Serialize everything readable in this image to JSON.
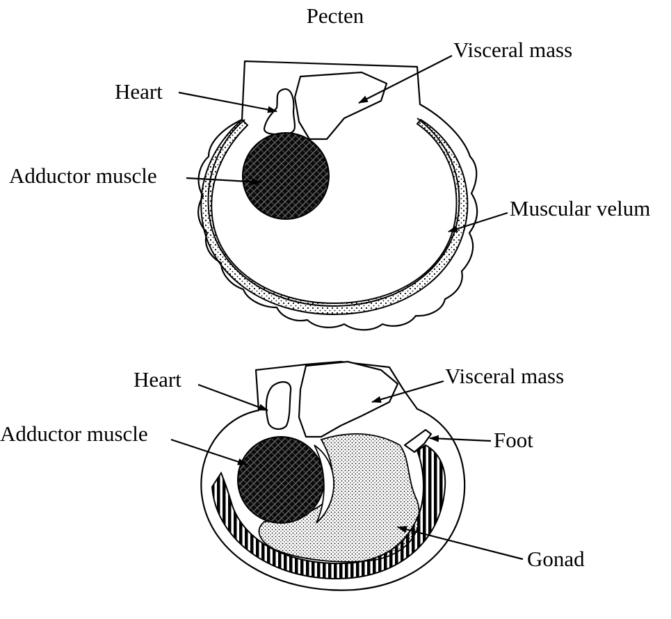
{
  "title": "Pecten",
  "top_labels": {
    "heart": "Heart",
    "visceral_mass": "Visceral mass",
    "adductor_muscle": "Adductor muscle",
    "muscular_velum": "Muscular velum"
  },
  "bottom_labels": {
    "heart": "Heart",
    "visceral_mass": "Visceral mass",
    "adductor_muscle": "Adductor muscle",
    "foot": "Foot",
    "gonad": "Gonad"
  }
}
